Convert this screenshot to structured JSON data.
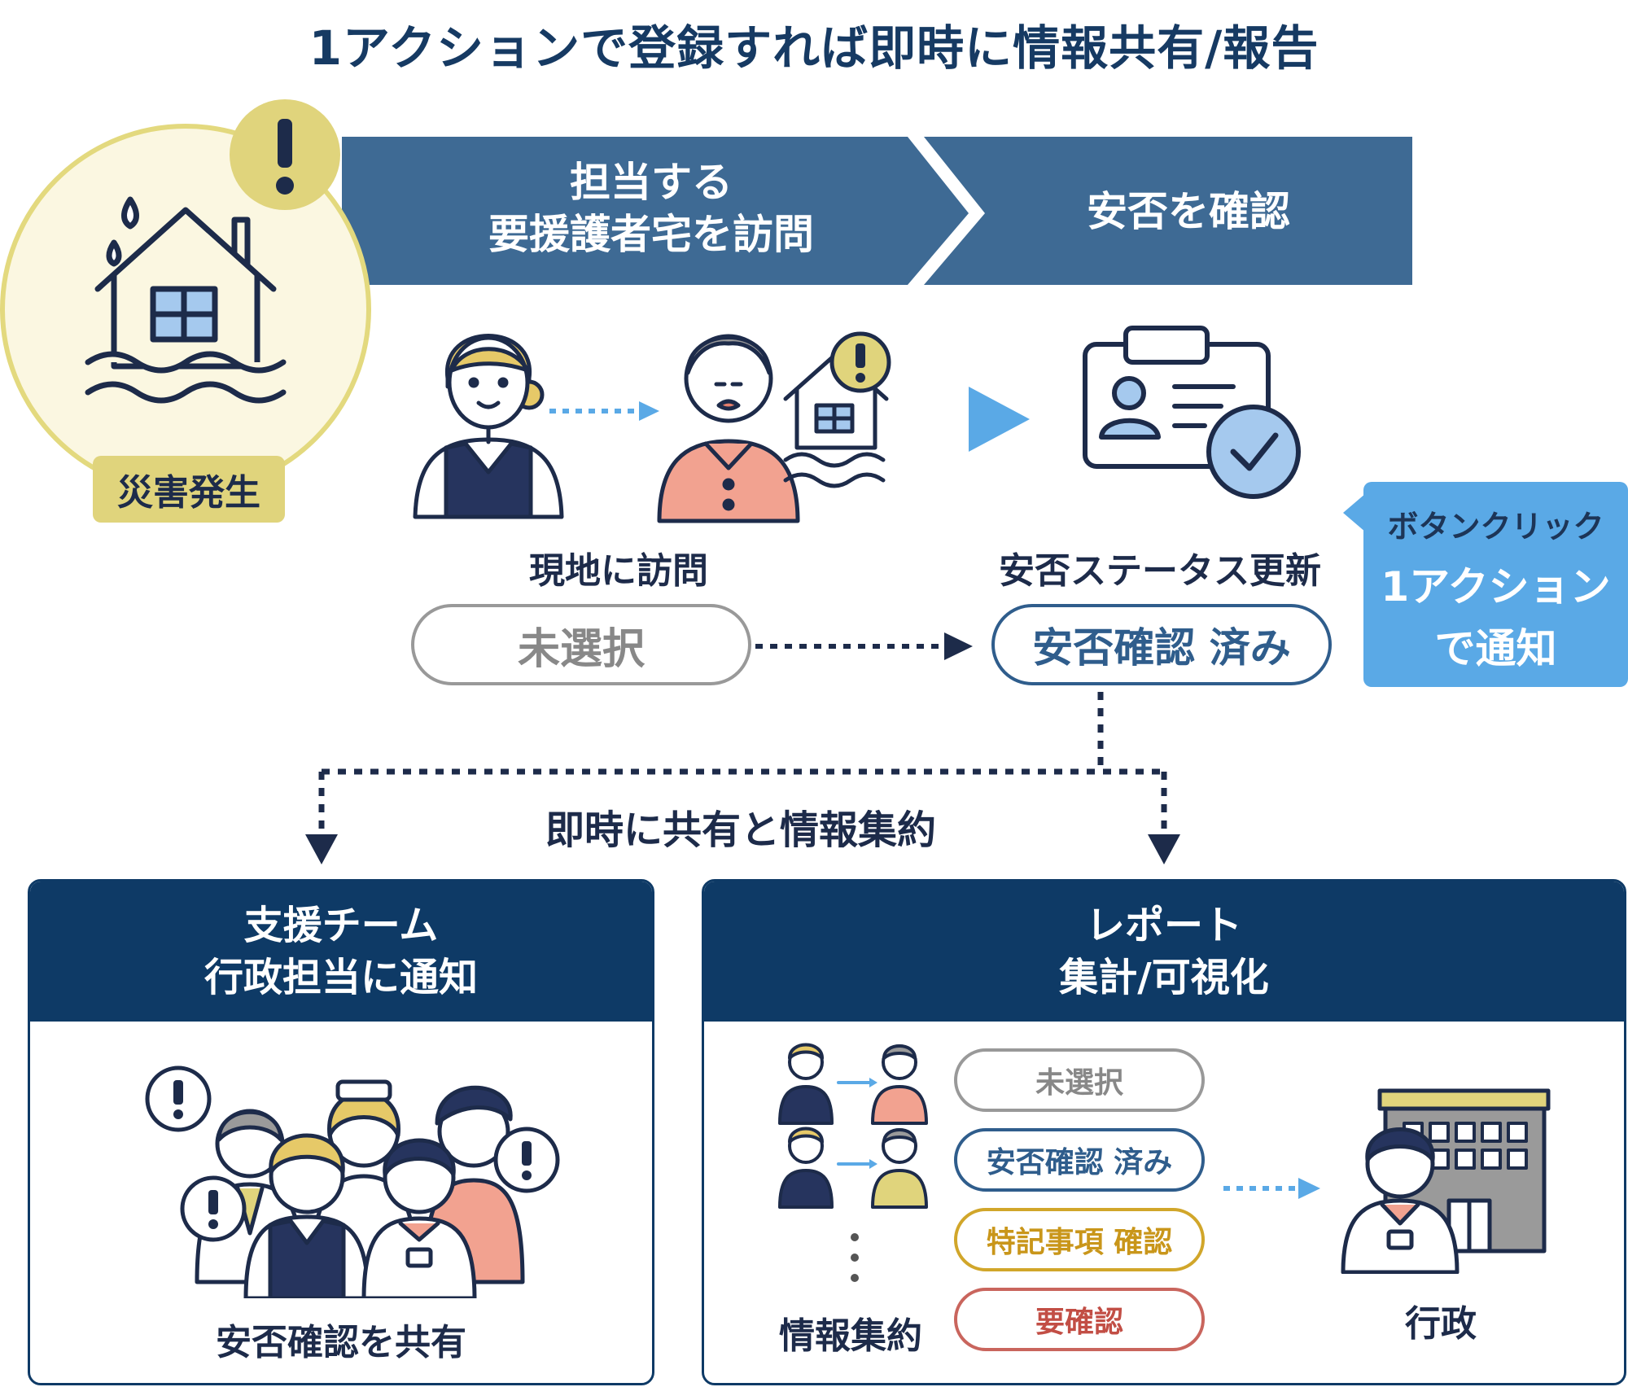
{
  "title": "1アクションで登録すれば即時に情報共有/報告",
  "disaster": {
    "label": "災害発生"
  },
  "steps": {
    "visit_line1": "担当する",
    "visit_line2": "要援護者宅を訪問",
    "confirm": "安否を確認"
  },
  "visit": {
    "caption": "現地に訪問",
    "status_before": "未選択"
  },
  "update": {
    "caption": "安否ステータス更新",
    "status_after": "安否確認 済み"
  },
  "callout": {
    "line1": "ボタンクリック",
    "line2": "1アクション",
    "line3": "で通知"
  },
  "share_label": "即時に共有と情報集約",
  "panel_left": {
    "title_line1": "支援チーム",
    "title_line2": "行政担当に通知",
    "caption": "安否確認を共有"
  },
  "panel_right": {
    "title_line1": "レポート",
    "title_line2": "集計/可視化",
    "statuses": [
      "未選択",
      "安否確認 済み",
      "特記事項 確認",
      "要確認"
    ],
    "aggregate_caption": "情報集約",
    "admin_caption": "行政"
  },
  "colors": {
    "navy": "#0e3a66",
    "banner": "#3e6a94",
    "accent_blue": "#5aa9e6",
    "yellow": "#e0d47c",
    "gray": "#999999",
    "gold": "#d1a62a",
    "red": "#c9655d"
  },
  "icons": {
    "disaster": "flooded-house-icon",
    "alert": "exclamation-icon",
    "staff": "staff-person-icon",
    "elder": "elderly-person-icon",
    "id_card": "id-card-check-icon",
    "team": "support-team-icon",
    "admin": "government-building-icon"
  }
}
